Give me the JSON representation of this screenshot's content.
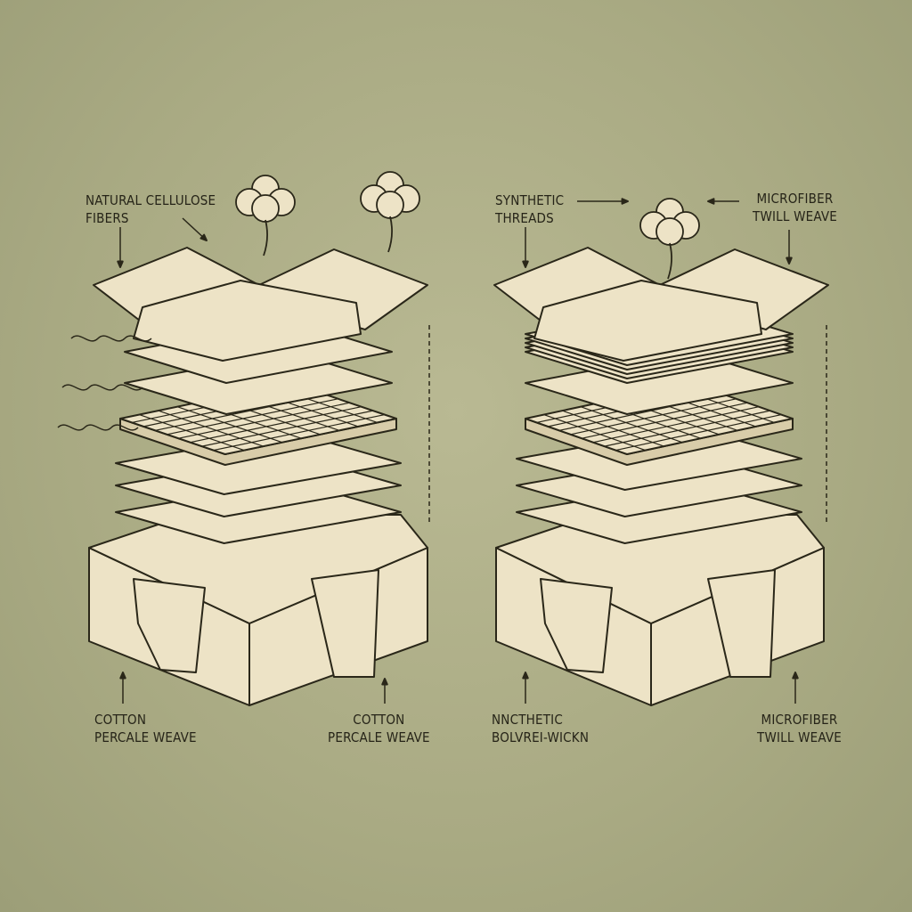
{
  "colors": {
    "background": "#aeae88",
    "fill": "#ede3c6",
    "stroke": "#2a2719"
  },
  "left": {
    "top_label": [
      "NATURAL CELLULOSE",
      "FIBERS"
    ],
    "bottom_left_label": [
      "COTTON",
      "PERCALE WEAVE"
    ],
    "bottom_right_label": [
      "COTTON",
      "PERCALE WEAVE"
    ]
  },
  "right": {
    "top_left_label": [
      "SYNTHETIC",
      "THREADS"
    ],
    "top_right_label": [
      "MICROFIBER",
      "TWILL WEAVE"
    ],
    "bottom_left_label": [
      "NNCTHETIC",
      "BOLVREI-WICKN"
    ],
    "bottom_right_label": [
      "MICROFIBER",
      "TWILL WEAVE"
    ]
  }
}
